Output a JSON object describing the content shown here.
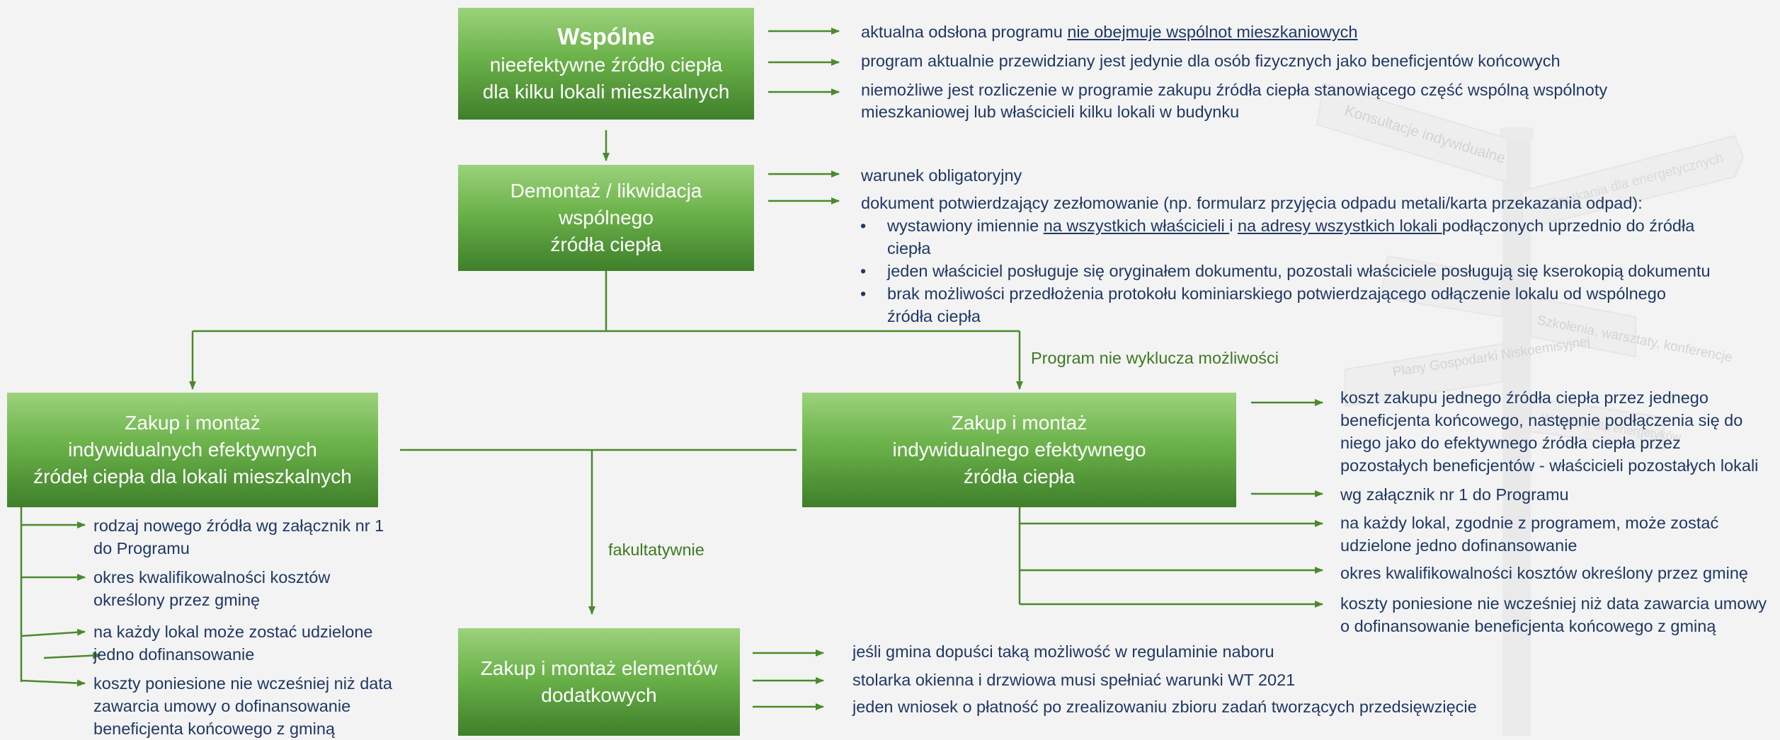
{
  "boxes": {
    "wspolne": {
      "title": "Wspólne",
      "line1": "nieefektywne źródło ciepła",
      "line2": "dla kilku lokali mieszkalnych"
    },
    "demontaz": {
      "line1": "Demontaż / likwidacja",
      "line2": "wspólnego",
      "line3": "źródła ciepła"
    },
    "left": {
      "line1": "Zakup i montaż",
      "line2": "indywidualnych efektywnych",
      "line3": "źródeł ciepła dla lokali mieszkalnych"
    },
    "right": {
      "line1": "Zakup i montaż",
      "line2": "indywidualnego efektywnego",
      "line3": "źródła ciepła"
    },
    "bottom": {
      "line1": "Zakup i montaż elementów",
      "line2": "dodatkowych"
    }
  },
  "labels": {
    "program": "Program nie wyklucza możliwości",
    "fakultatywnie": "fakultatywnie"
  },
  "wspolne_notes": {
    "n1_pre": "aktualna odsłona programu ",
    "n1_u": "nie obejmuje wspólnot mieszkaniowych",
    "n2": "program aktualnie przewidziany jest jedynie dla osób fizycznych jako beneficjentów końcowych",
    "n3a": "niemożliwe jest rozliczenie w programie zakupu źródła ciepła stanowiącego część wspólną wspólnoty",
    "n3b": "mieszkaniowej lub właścicieli kilku lokali w budynku"
  },
  "demontaz_notes": {
    "n1": "warunek obligatoryjny",
    "n2": "dokument potwierdzający zezłomowanie (np. formularz przyjęcia odpadu metali/karta przekazania odpad):",
    "bullet": "•",
    "b1_a": "wystawiony imiennie ",
    "b1_u1": "na wszystkich właścicieli ",
    "b1_b": "i ",
    "b1_u2": "na adresy wszystkich lokali ",
    "b1_c": "podłączonych uprzednio do źródła",
    "b1_d": "ciepła",
    "b2": "jeden właściciel posługuje się oryginałem dokumentu, pozostali właściciele posługują się kserokopią dokumentu",
    "b3a": "brak możliwości przedłożenia protokołu kominiarskiego potwierdzającego odłączenie lokalu od wspólnego",
    "b3b": "źródła ciepła"
  },
  "right_notes": {
    "n1": [
      "koszt zakupu jednego źródła ciepła przez jednego",
      "beneficjenta końcowego, następnie podłączenia się do",
      "niego jako do efektywnego źródła ciepła przez",
      "pozostałych beneficjentów - właścicieli pozostałych lokali"
    ],
    "n2": "wg załącznik nr 1 do Programu",
    "n3": [
      "na każdy lokal, zgodnie z programem, może zostać",
      "udzielone jedno dofinansowanie"
    ],
    "n4": "okres kwalifikowalności kosztów określony przez gminę",
    "n5": [
      "koszty poniesione nie wcześniej niż data zawarcia umowy",
      "o dofinansowanie beneficjenta końcowego z gminą"
    ]
  },
  "left_notes": {
    "n1": [
      "rodzaj nowego źródła wg załącznik nr 1",
      "do Programu"
    ],
    "n2": [
      "okres kwalifikowalności kosztów",
      "określony przez gminę"
    ],
    "n3": [
      "na każdy lokal może zostać udzielone",
      "jedno dofinansowanie"
    ],
    "n4": [
      "koszty poniesione nie wcześniej niż data",
      "zawarcia umowy o dofinansowanie",
      "beneficjenta końcowego z gminą"
    ]
  },
  "bottom_notes": {
    "n1": "jeśli gmina dopuści taką możliwość w regulaminie naboru",
    "n2": "stolarka okienna i drzwiowa musi spełniać warunki WT 2021",
    "n3": "jeden wniosek o płatność po zrealizowaniu zbioru zadań tworzących przedsięwzięcie"
  },
  "signpost": {
    "s1": "Konsultacje indywidualne",
    "s2": "Spotkania dla energetycznych",
    "s3": "Szkolenia, warsztaty, konferencje",
    "s4": "Plany Gospodarki Niskoemisyjnej",
    "s5": "Wsparcie dla energetyków"
  },
  "colors": {
    "arrow": "#4a8a2a",
    "text": "#1f3864",
    "label": "#3d7a22",
    "box_top": "#9cd27c",
    "box_bottom": "#3f7f2a",
    "background": "#f3f3f3"
  }
}
